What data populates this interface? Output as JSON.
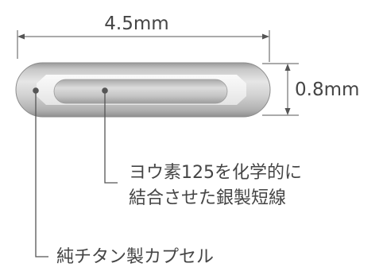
{
  "dimensions": {
    "length_label": "4.5mm",
    "diameter_label": "0.8mm"
  },
  "labels": {
    "wire_line1": "ヨウ素125を化学的に",
    "wire_line2": "結合させた銀製短線",
    "capsule": "純チタン製カプセル"
  },
  "colors": {
    "text": "#454545",
    "line": "#555555",
    "capsule_edge": "#8c8c8c",
    "capsule_body": "#c9c9c9",
    "inner_panel": "#f2f2f2",
    "wire": "#b8b8b8"
  }
}
